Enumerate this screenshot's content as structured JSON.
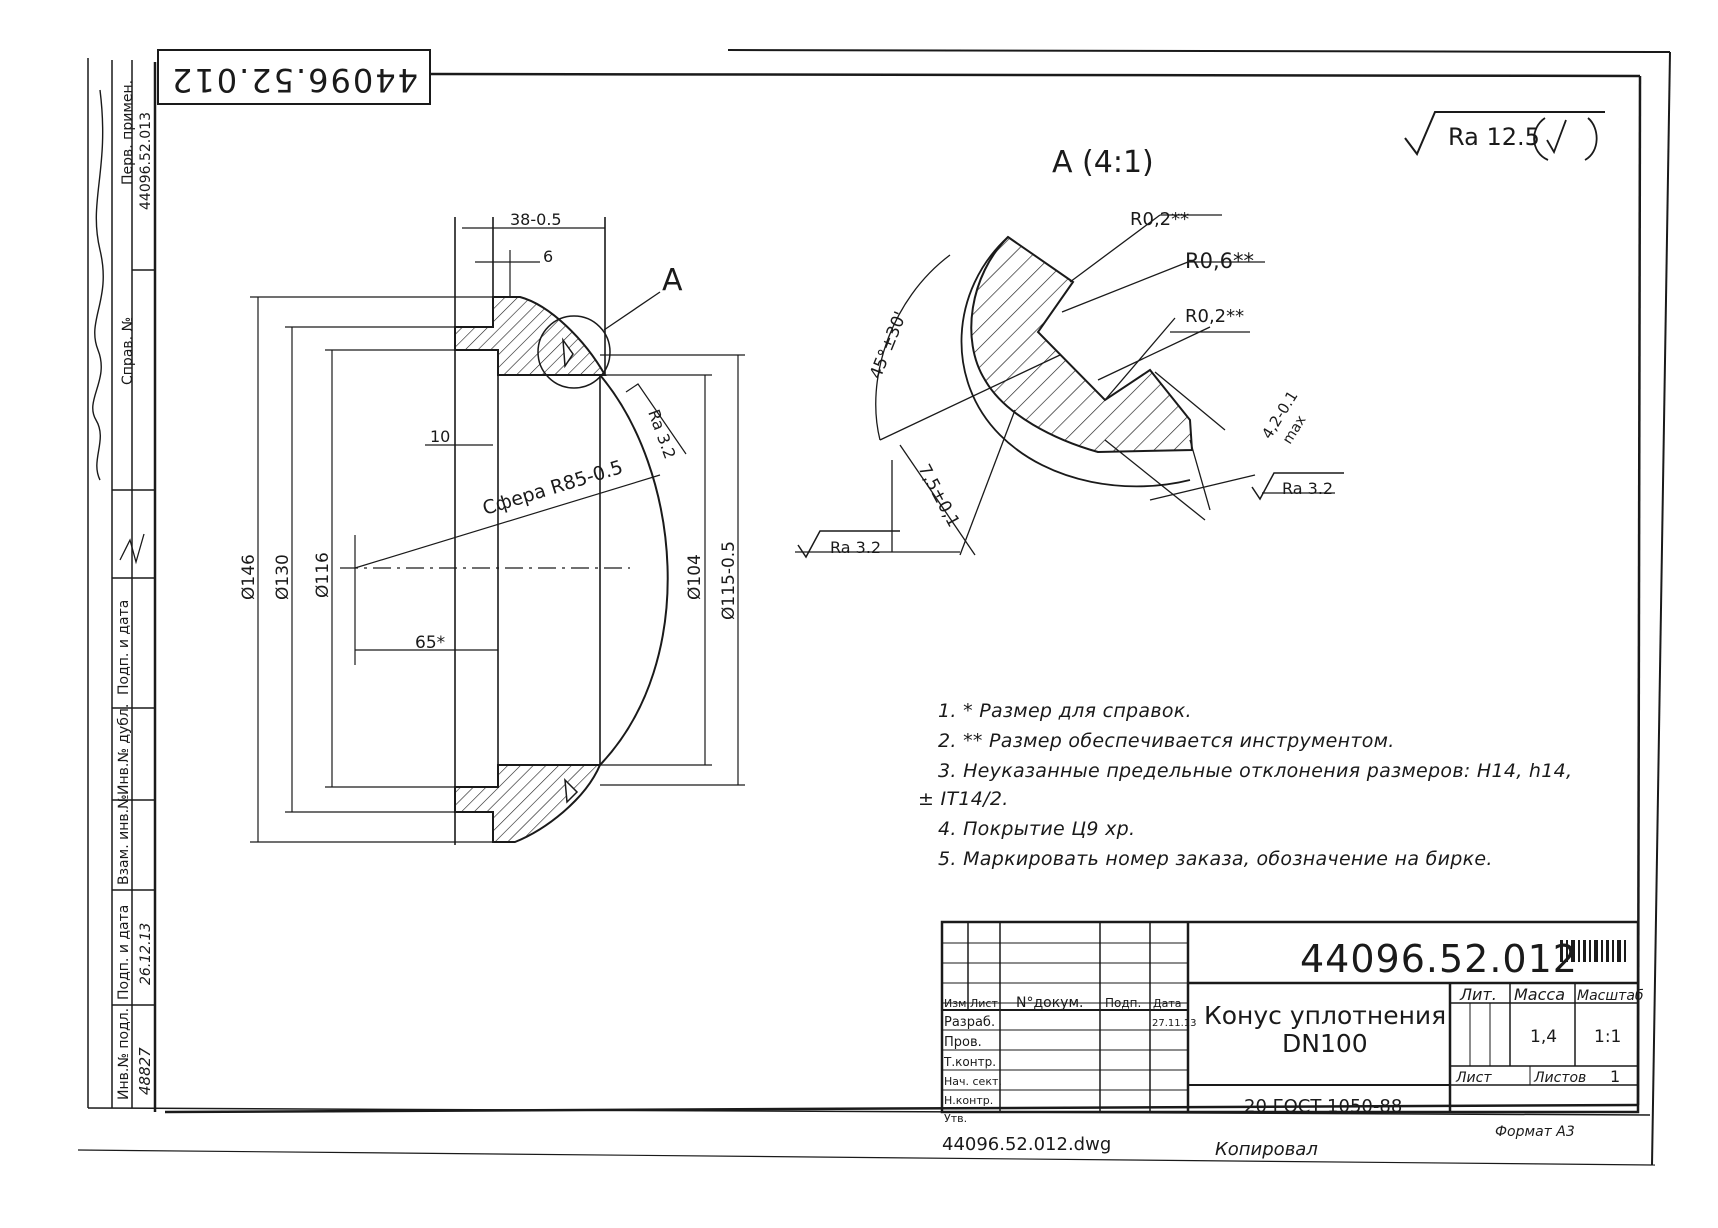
{
  "drawing": {
    "number_top": "44096.52.012",
    "perv_primen_label": "Перв. примен.",
    "perv_primen_value": "44096.52.013",
    "sprav_label": "Справ. №",
    "section_label": "А",
    "view_title": "А (4:1)",
    "roughness_general": "Ra 12.5",
    "roughness_3_2": "Ra 3.2"
  },
  "dimensions": {
    "d146": "Ø146",
    "d130": "Ø130",
    "d116": "Ø116",
    "d104": "Ø104",
    "d115": "Ø115-0.5",
    "len38": "38-0.5",
    "len6": "6",
    "len10": "10",
    "len65": "65*",
    "sphere": "Сфера R85-0.5",
    "r02a": "R0,2**",
    "r06": "R0,6**",
    "r02b": "R0,2**",
    "angle": "45°±30'",
    "d75": "7,5±0,1",
    "d42": "4,2-0.1",
    "max": "max"
  },
  "notes": [
    "1. * Размер для справок.",
    "2. ** Размер обеспечивается инструментом.",
    "3.  Неуказанные предельные отклонения размеров: Н14, h14,",
    "± IT14/2.",
    "4. Покрытие Ц9 хр.",
    "5. Маркировать  номер  заказа,  обозначение  на  бирке."
  ],
  "side_stamps": {
    "podp_data": "Подп. и дата",
    "inv_dubl": "Инв.№ дубл.",
    "vzam_inv": "Взам. инв.№",
    "podp_data2": "Подп. и дата",
    "inv_podl": "Инв.№ подл.",
    "podl_date": "26.12.13",
    "inv_value": "48827"
  },
  "title_block": {
    "designation": "44096.52.012",
    "name_line1": "Конус уплотнения",
    "name_line2": "DN100",
    "material": "20 ГОСТ 1050-88",
    "lit_label": "Лит.",
    "massa_label": "Масса",
    "masshtab_label": "Масштаб",
    "massa": "1,4",
    "masshtab": "1:1",
    "list_label": "Лист",
    "listov_label": "Листов",
    "listov": "1",
    "format": "Формат А3",
    "filename": "44096.52.012.dwg",
    "kopiroval": "Копировал",
    "date": "27.11.13",
    "col_izm": "Изм.",
    "col_list": "Лист",
    "col_ndok": "N°докум.",
    "col_podp": "Подп.",
    "col_data": "Дата",
    "razrab": "Разраб.",
    "prov": "Пров.",
    "tkontr": "Т.контр.",
    "nachsekt": "Нач. сект.",
    "nkontr": "Н.контр.",
    "utv": "Утв."
  }
}
